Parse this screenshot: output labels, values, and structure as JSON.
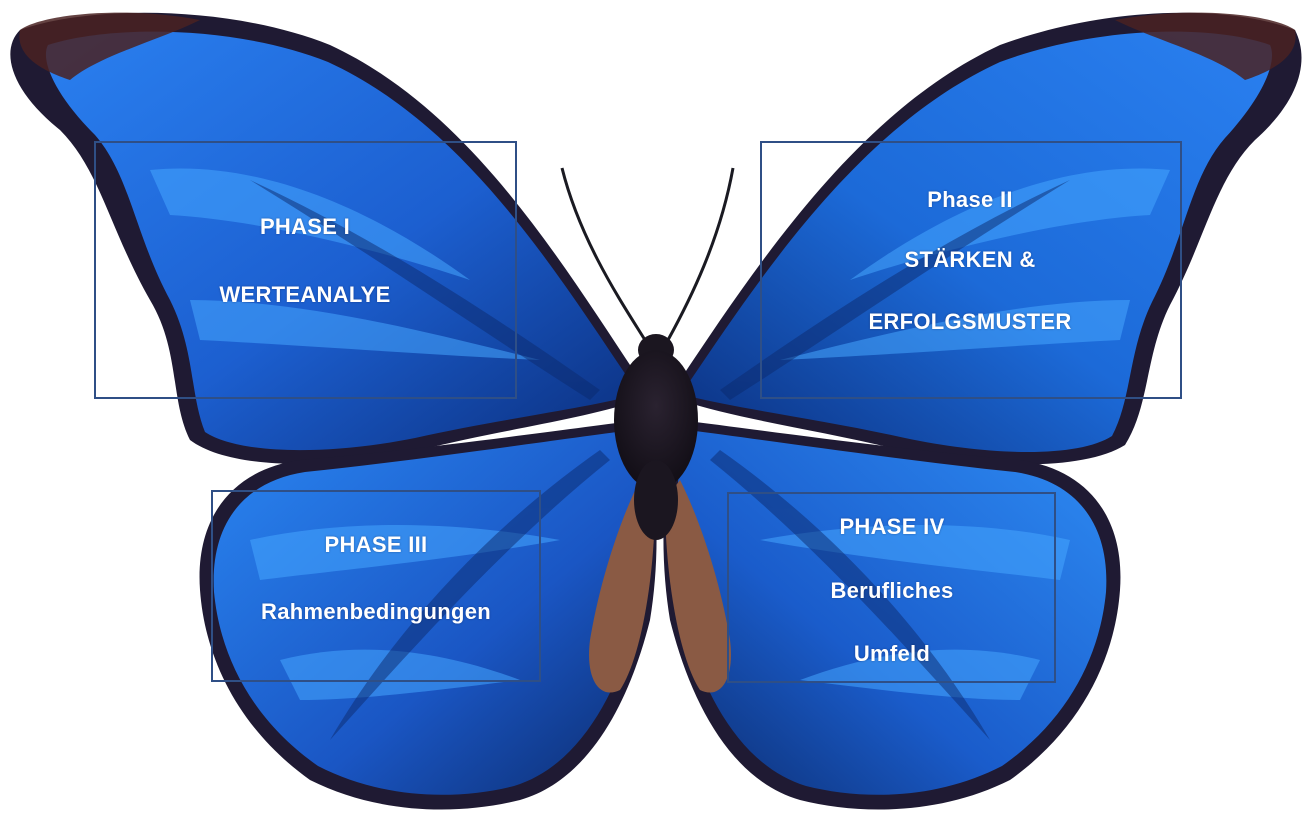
{
  "colors": {
    "wing_base": "#1f6fe0",
    "wing_dark": "#0a2f7a",
    "wing_light": "#3aa0ff",
    "wing_edge": "#1a1a3a",
    "wing_tip": "#3a1f1f",
    "body": "#1b1620",
    "hindwing_tan": "#8a5a44",
    "box_border": "#2f4f86",
    "text": "#ffffff"
  },
  "phases": {
    "phase1": {
      "lines": [
        "PHASE I",
        "WERTEANALYE"
      ]
    },
    "phase2": {
      "lines": [
        "Phase II",
        "STÄRKEN &",
        "ERFOLGSMUSTER"
      ]
    },
    "phase3": {
      "lines": [
        "PHASE III",
        "Rahmenbedingungen"
      ]
    },
    "phase4": {
      "lines": [
        "PHASE IV",
        "Berufliches",
        "Umfeld"
      ]
    }
  }
}
